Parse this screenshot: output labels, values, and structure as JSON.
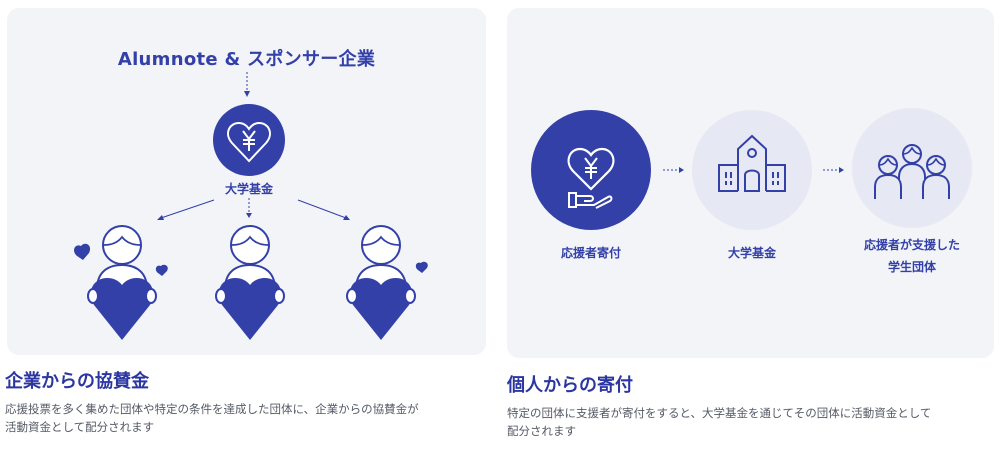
{
  "colors": {
    "primary": "#3340a8",
    "card_bg": "#f3f4f8",
    "light_circle": "#e6e8f3",
    "heading": "#2b36a0",
    "body_text": "#555a66"
  },
  "left_panel": {
    "sponsor_title": "Alumnote & スポンサー企業",
    "fund_label": "大学基金",
    "fund_icon": "heart-yen-icon",
    "recipients": [
      {
        "icon": "person-holding-heart-icon",
        "extra_hearts": 2
      },
      {
        "icon": "person-holding-heart-icon",
        "extra_hearts": 0
      },
      {
        "icon": "person-holding-heart-icon",
        "extra_hearts": 1
      }
    ],
    "heading": "企業からの協賛金",
    "description_line1": "応援投票を多く集めた団体や特定の条件を達成した団体に、企業からの協賛金が",
    "description_line2": "活動資金として配分されます"
  },
  "right_panel": {
    "steps": [
      {
        "label": "応援者寄付",
        "icon": "hand-heart-yen-icon"
      },
      {
        "label": "大学基金",
        "icon": "university-building-icon"
      },
      {
        "label_line1": "応援者が支援した",
        "label_line2": "学生団体",
        "icon": "student-group-icon"
      }
    ],
    "heading": "個人からの寄付",
    "description_line1": "特定の団体に支援者が寄付をすると、大学基金を通じてその団体に活動資金として",
    "description_line2": "配分されます"
  }
}
